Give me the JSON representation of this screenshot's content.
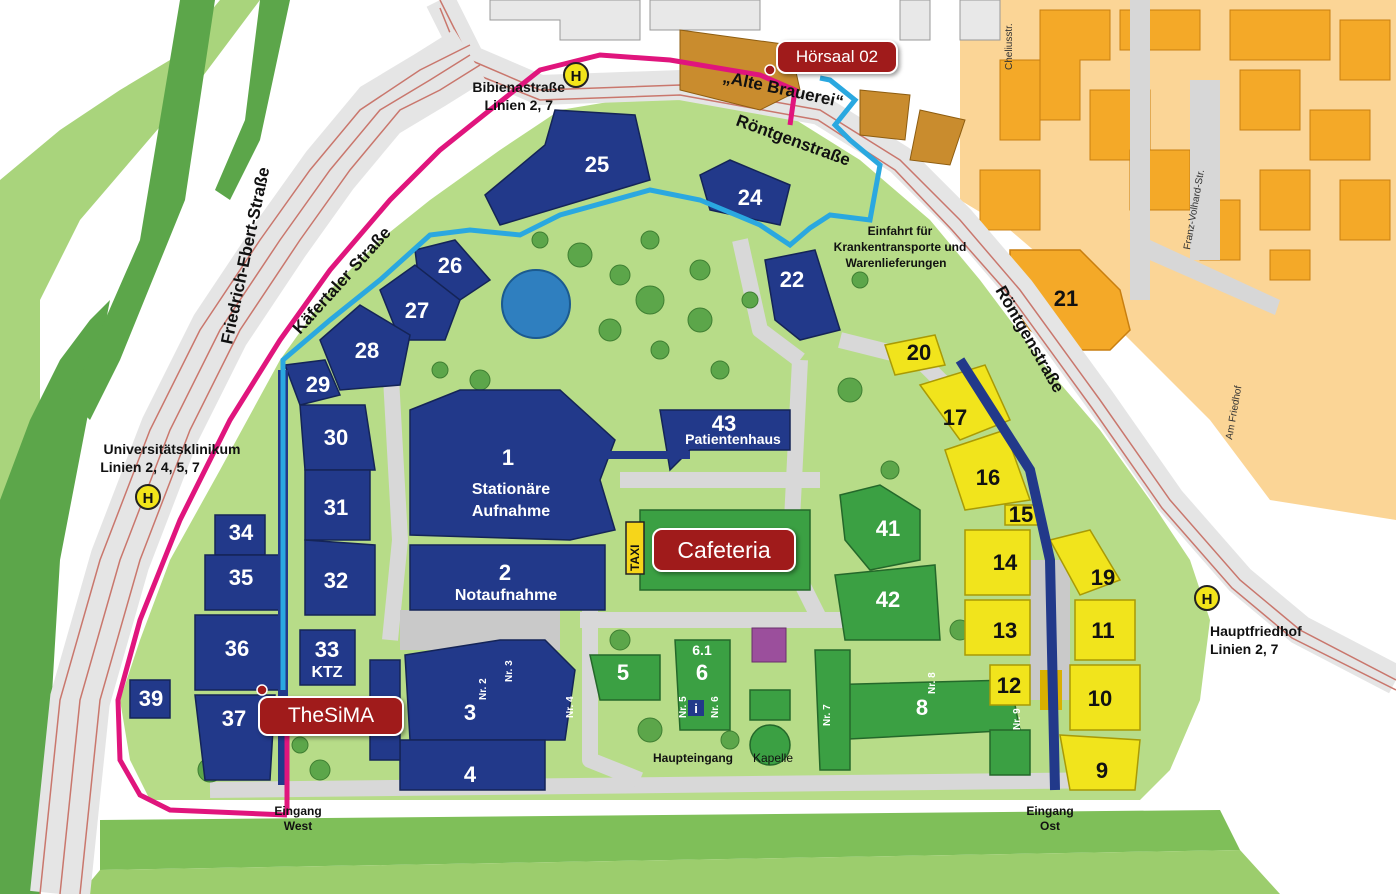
{
  "callouts": {
    "hoersaal": "Hörsaal 02",
    "cafeteria": "Cafeteria",
    "thesima": "TheSiMA"
  },
  "streets": {
    "roentgen_top": "Röntgenstraße",
    "roentgen_right": "Röntgenstraße",
    "kafertaler": "Käfertaler Straße",
    "friedrich": "Friedrich-Ebert-Straße",
    "chelius": "Cheliusstr.",
    "franz": "Franz-Volhard-Str.",
    "friedhof": "Am Friedhof"
  },
  "stops": {
    "bibiena_name": "Bibienastraße",
    "bibiena_lines": "Linien 2, 7",
    "uni_name": "Universitätsklinikum",
    "uni_lines": "Linien 2, 4, 5, 7",
    "haupt_name": "Hauptfriedhof",
    "haupt_lines": "Linien 2, 7",
    "stop_symbol": "H"
  },
  "labels": {
    "alte_brauerei": "„Alte Brauerei“",
    "einfahrt_1": "Einfahrt für",
    "einfahrt_2": "Krankentransporte und",
    "einfahrt_3": "Warenlieferungen",
    "eingang_west_1": "Eingang",
    "eingang_west_2": "West",
    "eingang_ost_1": "Eingang",
    "eingang_ost_2": "Ost",
    "haupteingang": "Haupteingang",
    "kapelle": "Kapelle",
    "taxi": "TAXI",
    "ktz": "KTZ",
    "stationaere": "Stationäre",
    "aufnahme": "Aufnahme",
    "notaufnahme": "Notaufnahme",
    "patientenhaus": "Patientenhaus",
    "info": "i",
    "nr2": "Nr. 2",
    "nr3": "Nr. 3",
    "nr4": "Nr. 4",
    "nr5": "Nr. 5",
    "nr6": "Nr. 6",
    "nr7": "Nr. 7",
    "nr8": "Nr. 8",
    "nr9": "Nr. 9"
  },
  "buildings": {
    "b1": "1",
    "b2": "2",
    "b3": "3",
    "b4": "4",
    "b5": "5",
    "b6": "6",
    "b6_1": "6.1",
    "b8": "8",
    "b9": "9",
    "b10": "10",
    "b11": "11",
    "b12": "12",
    "b13": "13",
    "b14": "14",
    "b15": "15",
    "b16": "16",
    "b17": "17",
    "b19": "19",
    "b20": "20",
    "b21": "21",
    "b22": "22",
    "b24": "24",
    "b25": "25",
    "b26": "26",
    "b27": "27",
    "b28": "28",
    "b29": "29",
    "b30": "30",
    "b31": "31",
    "b32": "32",
    "b33": "33",
    "b34": "34",
    "b35": "35",
    "b36": "36",
    "b37": "37",
    "b39": "39",
    "b41": "41",
    "b42": "42",
    "b43": "43"
  },
  "colors": {
    "blue_building": "#22398a",
    "green_building": "#3ba043",
    "yellow_building": "#f1e41c",
    "orange_building": "#f4a928",
    "route_magenta": "#e0157d",
    "route_cyan": "#2aa8e0",
    "callout_red": "#a01b1b",
    "park_green": "#b7dc88"
  }
}
